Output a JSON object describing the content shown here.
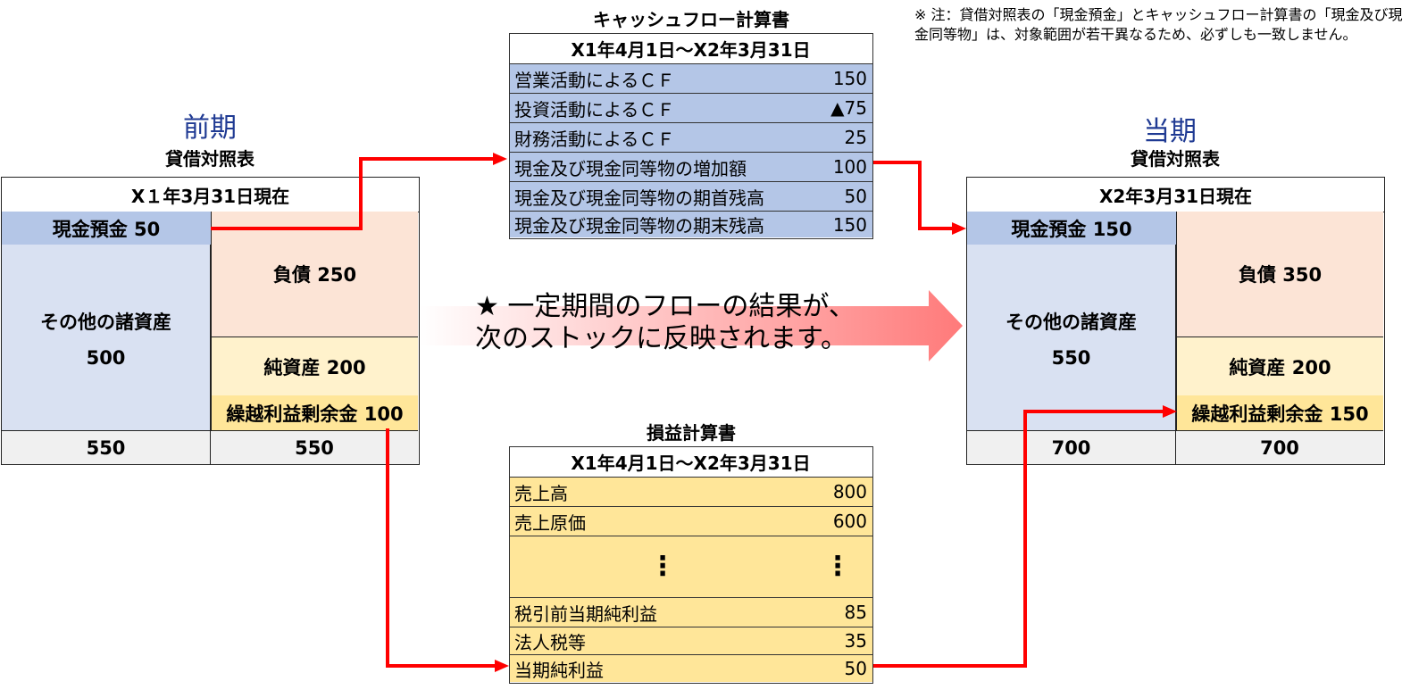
{
  "note": "※ 注：貸借対照表の「現金預金」とキャッシュフロー計算書の「現金及び現金同等物」は、対象範囲が若干異なるため、必ずしも一致しません。",
  "prior": {
    "period_label": "前期",
    "bs_title": "貸借対照表",
    "date": "X１年3月31日現在",
    "cash": "現金預金 50",
    "other_assets_label": "その他の諸資産",
    "other_assets_value": "500",
    "liabilities": "負債 250",
    "net_assets": "純資産 200",
    "retained_earnings": "繰越利益剰余金 100",
    "total_left": "550",
    "total_right": "550"
  },
  "current": {
    "period_label": "当期",
    "bs_title": "貸借対照表",
    "date": "X2年3月31日現在",
    "cash": "現金預金 150",
    "other_assets_label": "その他の諸資産",
    "other_assets_value": "550",
    "liabilities": "負債 350",
    "net_assets": "純資産 200",
    "retained_earnings": "繰越利益剰余金 150",
    "total_left": "700",
    "total_right": "700"
  },
  "cash_flow": {
    "title": "キャッシュフロー計算書",
    "period": "X1年4月1日～X2年3月31日",
    "rows": [
      {
        "label": "営業活動によるＣＦ",
        "value": "150"
      },
      {
        "label": "投資活動によるＣＦ",
        "value": "▲75"
      },
      {
        "label": "財務活動によるＣＦ",
        "value": "25"
      },
      {
        "label": "現金及び現金同等物の増加額",
        "value": "100"
      },
      {
        "label": "現金及び現金同等物の期首残高",
        "value": "50"
      },
      {
        "label": "現金及び現金同等物の期末残高",
        "value": "150"
      }
    ]
  },
  "income_statement": {
    "title": "損益計算書",
    "period": "X1年4月1日～X2年3月31日",
    "rows_top": [
      {
        "label": "売上高",
        "value": "800"
      },
      {
        "label": "売上原価",
        "value": "600"
      }
    ],
    "ellipsis": "⋮",
    "rows_bottom": [
      {
        "label": "税引前当期純利益",
        "value": "85"
      },
      {
        "label": "法人税等",
        "value": "35"
      },
      {
        "label": "当期純利益",
        "value": "50"
      }
    ]
  },
  "message": {
    "line1": "★ 一定期間のフローの結果が、",
    "line2": "次のストックに反映されます。"
  },
  "colors": {
    "arrow_red": "#ff0000",
    "cash_blue": "#b4c6e7",
    "assets_lavender": "#d9e1f2",
    "liab_pink": "#fce4d6",
    "equity_cream": "#fff2cc",
    "retained_gold": "#ffe699",
    "period_navy": "#1f3a93"
  }
}
